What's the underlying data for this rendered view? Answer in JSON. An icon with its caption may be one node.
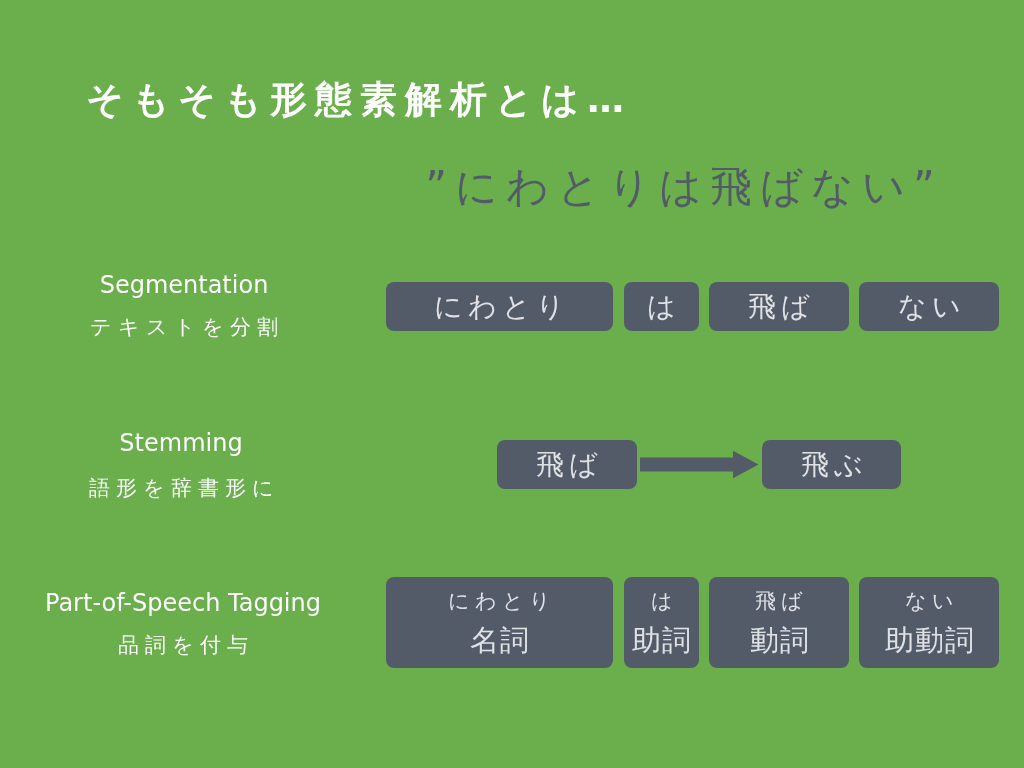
{
  "diagram": {
    "title": "そもそも形態素解析とは…",
    "nodes": [
      {
        "text": [
          "にわとり"
        ]
      },
      {
        "text": [
          "は"
        ]
      },
      {
        "text": [
          "飛ば"
        ]
      },
      {
        "text": [
          "ない"
        ]
      },
      {
        "text": [
          "飛ば"
        ]
      },
      {
        "text": [
          "飛ぶ"
        ]
      },
      {
        "text": [
          "にわとり",
          "名詞"
        ]
      },
      {
        "text": [
          "は",
          "助詞"
        ]
      },
      {
        "text": [
          "飛ば",
          "動詞"
        ]
      },
      {
        "text": [
          "ない",
          "助動詞"
        ]
      }
    ],
    "edges": [
      {
        "from": 4,
        "to": 5,
        "arrow": "to"
      }
    ],
    "labels": [
      "”にわとりは飛ばない”",
      "Segmentation",
      "テキストを分割",
      "Stemming",
      "語形を辞書形に",
      "Part-of-Speech Tagging",
      "品詞を付与"
    ]
  }
}
